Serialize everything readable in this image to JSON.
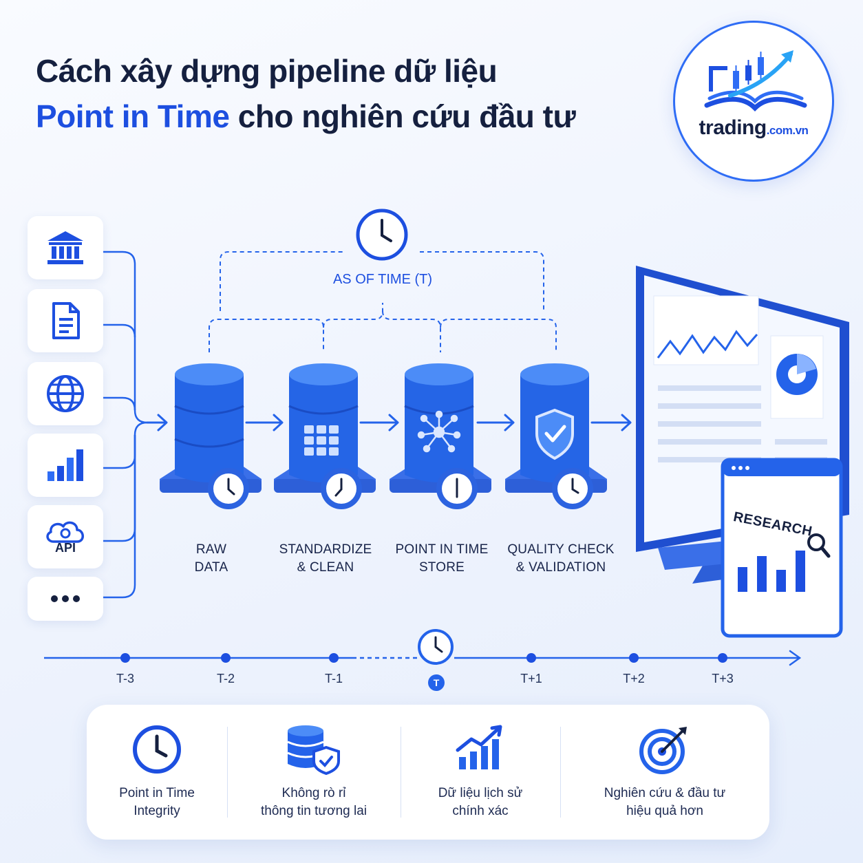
{
  "title": {
    "line1": "Cách xây dựng pipeline dữ liệu",
    "line2_accent": "Point in Time",
    "line2_rest": " cho nghiên cứu đầu tư"
  },
  "logo": {
    "name": "trading",
    "suffix": ".com.vn"
  },
  "sources": [
    {
      "icon": "bank-icon"
    },
    {
      "icon": "document-icon"
    },
    {
      "icon": "globe-icon"
    },
    {
      "icon": "bar-chart-icon"
    },
    {
      "icon": "cloud-gear-icon",
      "label": "API"
    },
    {
      "icon": "more-dots-icon"
    }
  ],
  "as_of_label": "AS OF TIME (T)",
  "stages": [
    {
      "line1": "RAW",
      "line2": "DATA",
      "icon": "database-icon"
    },
    {
      "line1": "STANDARDIZE",
      "line2": "& CLEAN",
      "icon": "grid-icon"
    },
    {
      "line1": "POINT IN TIME",
      "line2": "STORE",
      "icon": "network-icon"
    },
    {
      "line1": "QUALITY CHECK",
      "line2": "& VALIDATION",
      "icon": "shield-check-icon"
    }
  ],
  "monitor": {
    "card_label": "RESEARCH"
  },
  "timeline": {
    "ticks": [
      "T-3",
      "T-2",
      "T-1",
      "T+1",
      "T+2",
      "T+3"
    ],
    "current": "T"
  },
  "benefits": [
    {
      "line1": "Point in Time",
      "line2": "Integrity",
      "icon": "clock-icon"
    },
    {
      "line1": "Không rò rỉ",
      "line2": "thông tin tương lai",
      "icon": "database-shield-icon"
    },
    {
      "line1": "Dữ liệu lịch sử",
      "line2": "chính xác",
      "icon": "growth-chart-icon"
    },
    {
      "line1": "Nghiên cứu & đầu tư",
      "line2": "hiệu quả hơn",
      "icon": "target-icon"
    }
  ],
  "colors": {
    "primary": "#1d4fe0",
    "dark": "#15203f",
    "blue": "#2463ea"
  }
}
